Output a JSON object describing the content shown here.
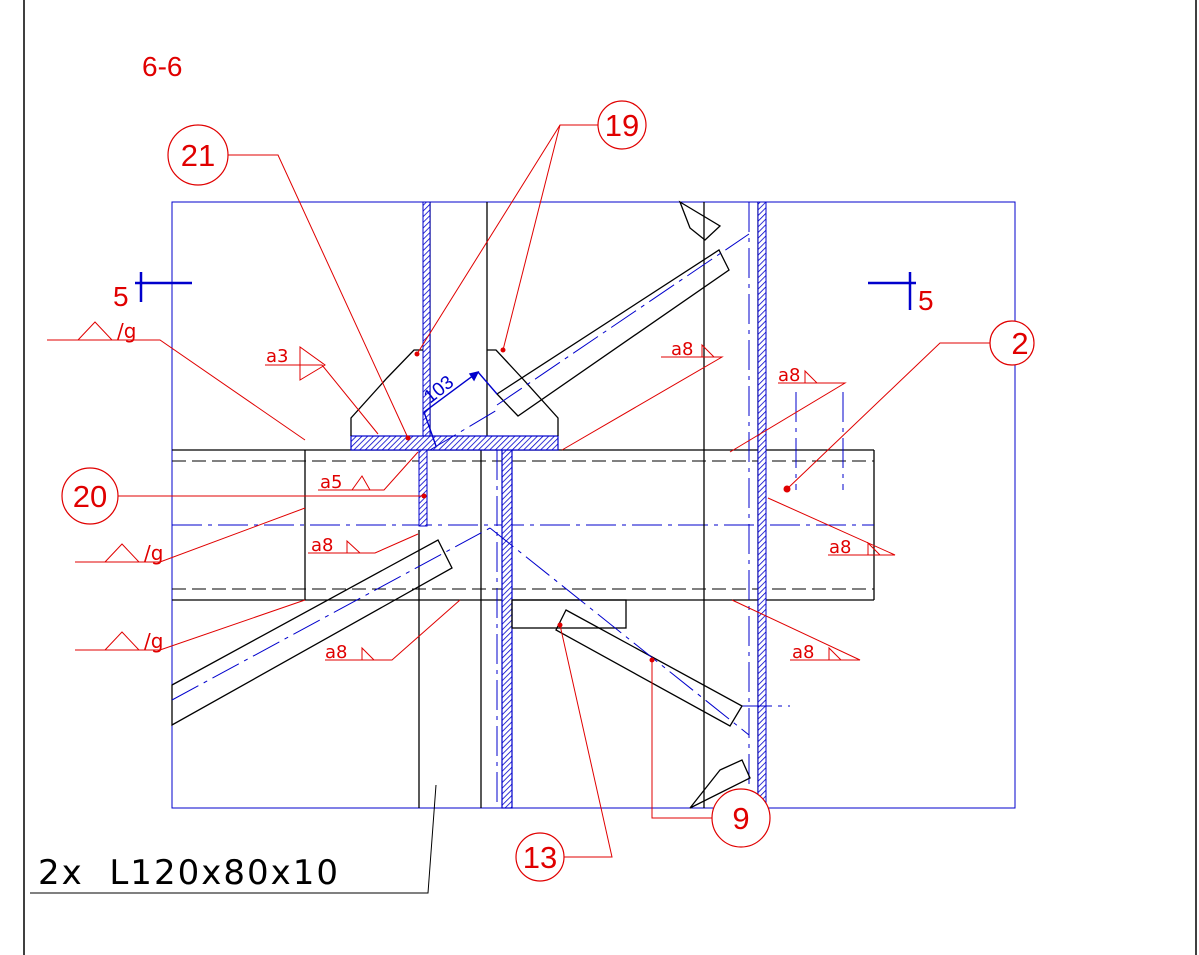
{
  "section_title": "6-6",
  "section_marks": {
    "left": "5",
    "right": "5"
  },
  "dimension": "103",
  "profile_note": "2x  L120x80x10",
  "part_numbers": {
    "p2": "2",
    "p9": "9",
    "p13": "13",
    "p19": "19",
    "p20": "20",
    "p21": "21"
  },
  "welds": {
    "w_a3": "a3",
    "w_a5": "a5",
    "w_a8_top_mid": "a8",
    "w_a8_top_right": "a8",
    "w_a8_mid_left": "a8",
    "w_a8_right": "a8",
    "w_a8_bottom_mid": "a8",
    "w_a8_bottom_right": "a8",
    "w_g1": "/g",
    "w_g2": "/g",
    "w_g3": "/g"
  },
  "colors": {
    "geometry": "#000000",
    "annotations": "#e00000",
    "axes": "#0000cc",
    "background": "#ffffff"
  }
}
